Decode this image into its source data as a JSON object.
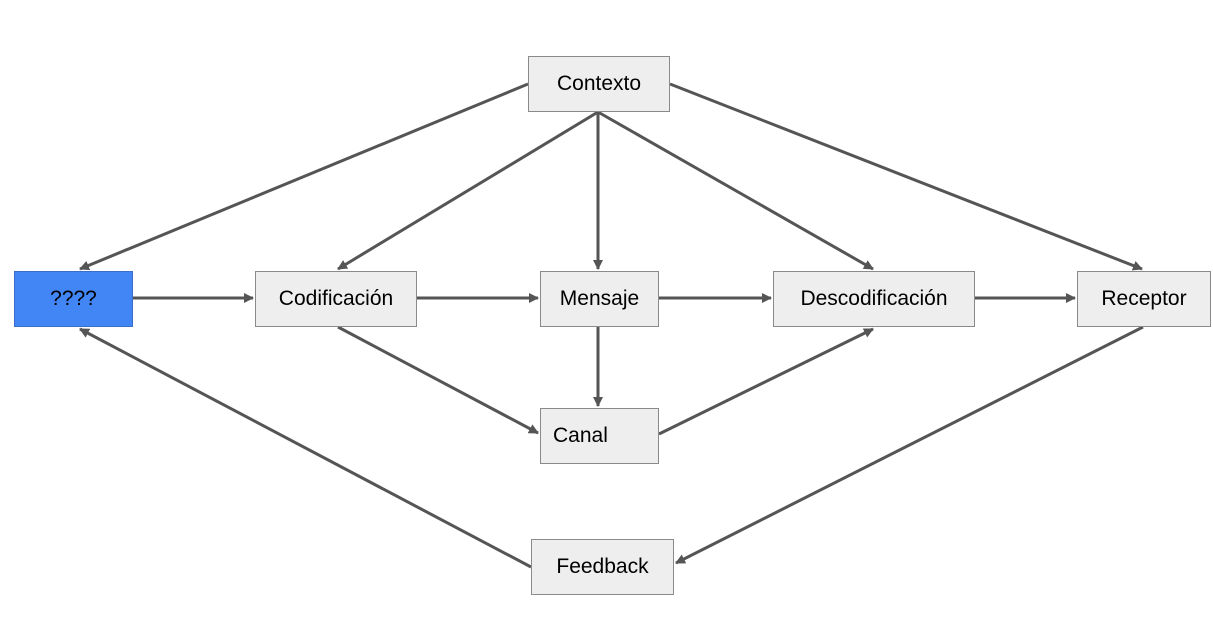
{
  "colors": {
    "edge": "#555555",
    "node_fill": "#eeeeee",
    "node_border": "#8a8a8a",
    "highlight_fill": "#4285f4"
  },
  "nodes": {
    "contexto": "Contexto",
    "emisor": "????",
    "codificacion": "Codificación",
    "mensaje": "Mensaje",
    "descodificacion": "Descodificación",
    "receptor": "Receptor",
    "canal": "Canal",
    "feedback": "Feedback"
  },
  "edges": [
    {
      "from": "contexto",
      "to": "emisor"
    },
    {
      "from": "contexto",
      "to": "codificacion"
    },
    {
      "from": "contexto",
      "to": "mensaje"
    },
    {
      "from": "contexto",
      "to": "descodificacion"
    },
    {
      "from": "contexto",
      "to": "receptor"
    },
    {
      "from": "emisor",
      "to": "codificacion"
    },
    {
      "from": "codificacion",
      "to": "mensaje"
    },
    {
      "from": "mensaje",
      "to": "descodificacion"
    },
    {
      "from": "descodificacion",
      "to": "receptor"
    },
    {
      "from": "codificacion",
      "to": "canal"
    },
    {
      "from": "mensaje",
      "to": "canal"
    },
    {
      "from": "canal",
      "to": "descodificacion"
    },
    {
      "from": "receptor",
      "to": "feedback"
    },
    {
      "from": "feedback",
      "to": "emisor"
    }
  ]
}
